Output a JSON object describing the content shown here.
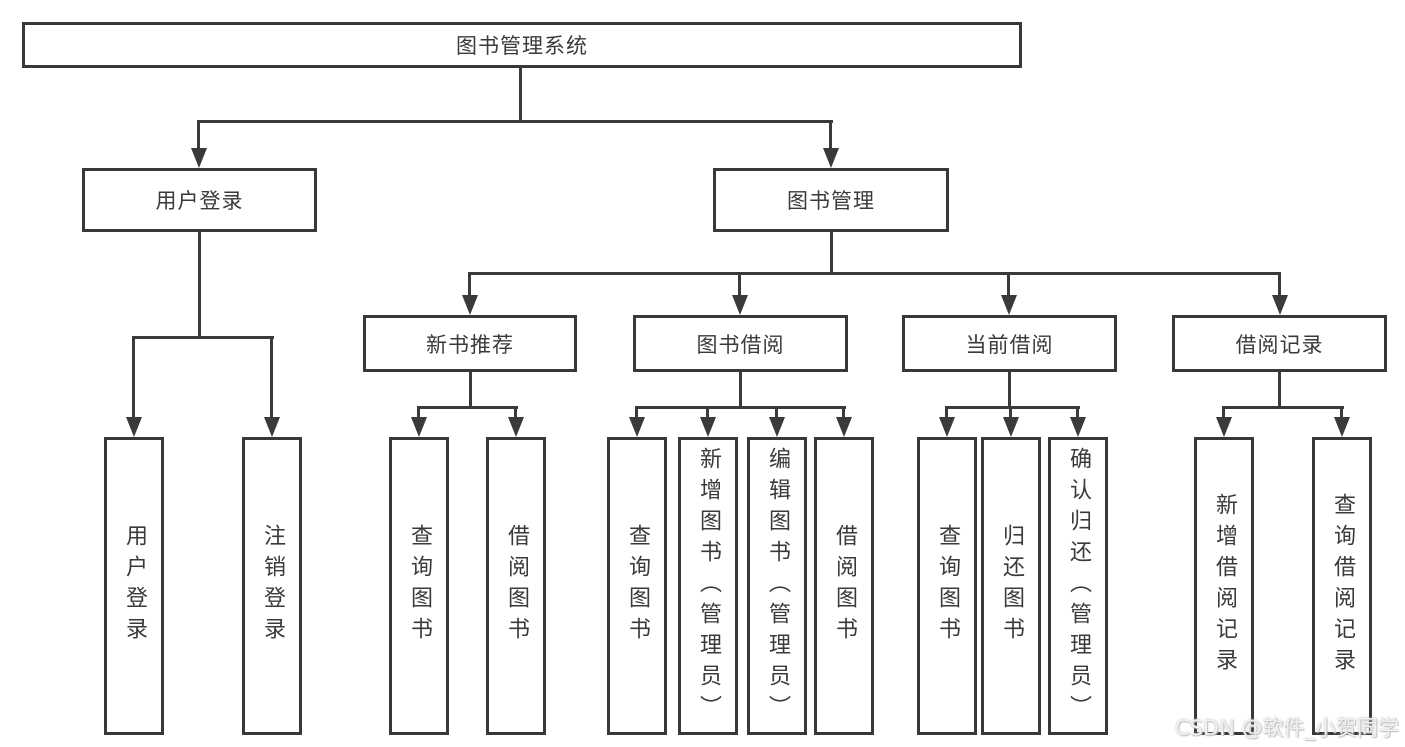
{
  "tree": {
    "root": "图书管理系统",
    "level2": [
      "用户登录",
      "图书管理"
    ],
    "level3": [
      "新书推荐",
      "图书借阅",
      "当前借阅",
      "借阅记录"
    ],
    "user_children": [
      "用户登录",
      "注销登录"
    ],
    "recommend_children": [
      "查询图书",
      "借阅图书"
    ],
    "borrow_children": [
      "查询图书",
      "新增图书（管理员）",
      "编辑图书（管理员）",
      "借阅图书"
    ],
    "current_children": [
      "查询图书",
      "归还图书",
      "确认归还（管理员）"
    ],
    "record_children": [
      "新增借阅记录",
      "查询借阅记录"
    ]
  },
  "watermark": "CSDN @软件_小贺同学",
  "colors": {
    "line": "#3a3a3a",
    "border": "#383838",
    "text": "#3a3a3a",
    "background": "#ffffff",
    "watermark_text": "#f2f0f1"
  }
}
